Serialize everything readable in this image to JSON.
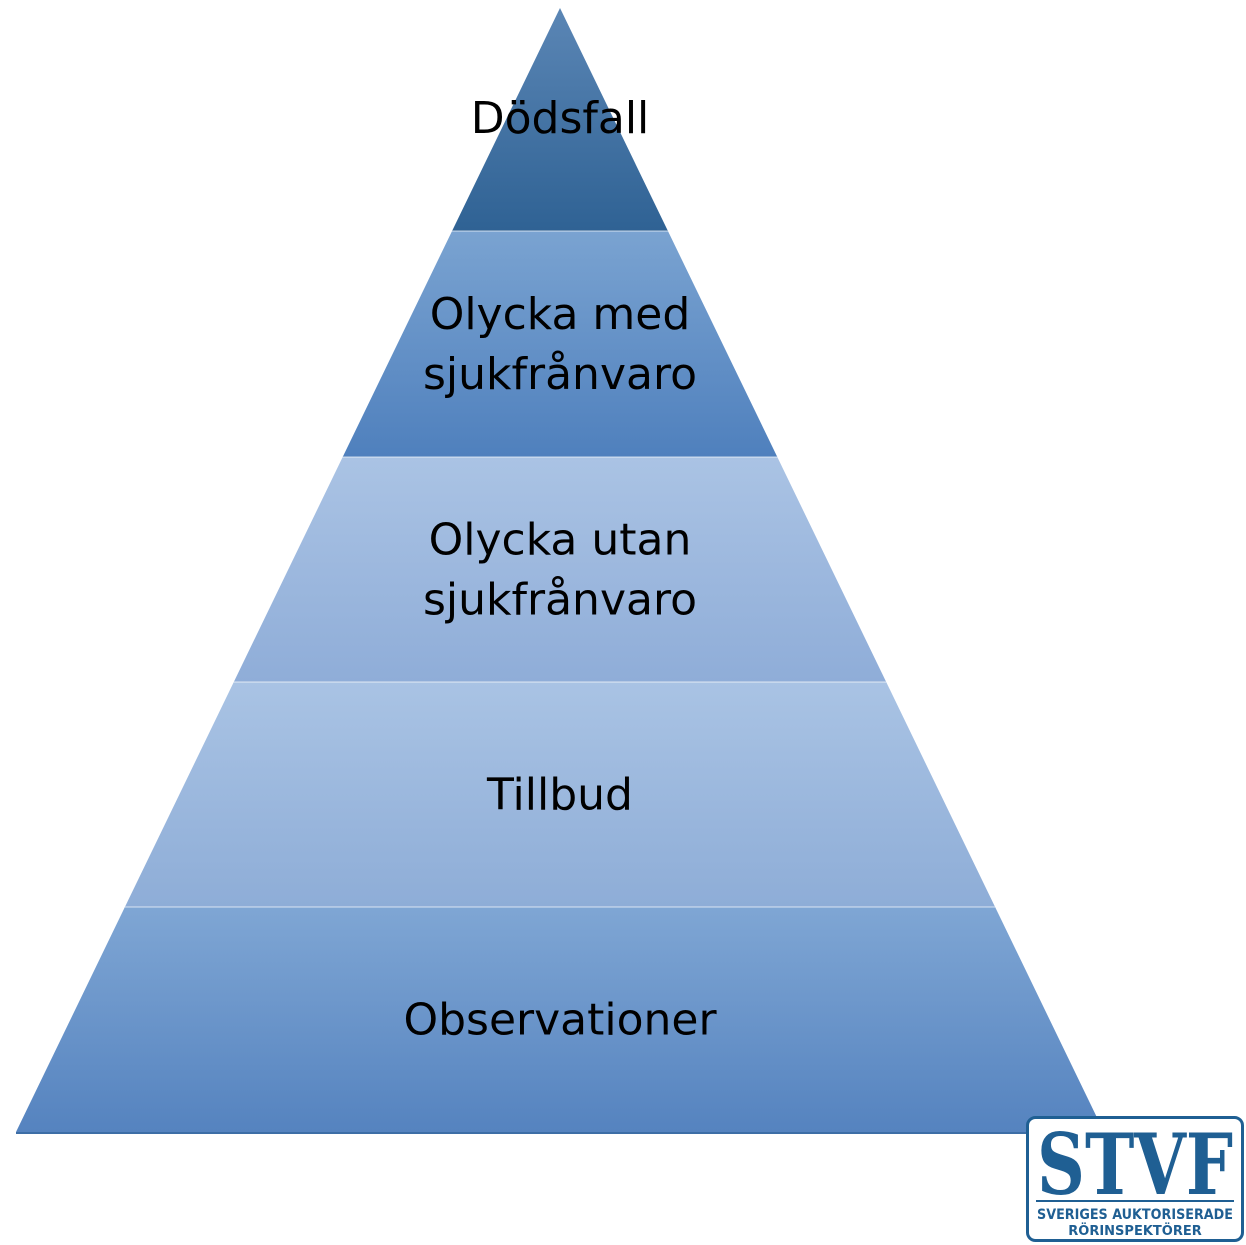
{
  "diagram": {
    "tiers": [
      {
        "label": "Dödsfall",
        "lines": [
          "Dödsfall"
        ],
        "fill_top": "#5b86b5",
        "fill_bottom": "#2f6294"
      },
      {
        "label": "Olycka med sjukfrånvaro",
        "lines": [
          "Olycka med",
          "sjukfrånvaro"
        ],
        "fill_top": "#7aa3d1",
        "fill_bottom": "#4f80bd"
      },
      {
        "label": "Olycka utan sjukfrånvaro",
        "lines": [
          "Olycka utan",
          "sjukfrånvaro"
        ],
        "fill_top": "#aac3e4",
        "fill_bottom": "#8fadd8"
      },
      {
        "label": "Tillbud",
        "lines": [
          "Tillbud"
        ],
        "fill_top": "#a9c3e4",
        "fill_bottom": "#8eadd7"
      },
      {
        "label": "Observationer",
        "lines": [
          "Observationer"
        ],
        "fill_top": "#7fa6d4",
        "fill_bottom": "#5583bf"
      }
    ]
  },
  "logo": {
    "word": "STVF",
    "subtitle_line1": "SVERIGES AUKTORISERADE",
    "subtitle_line2": "RÖRINSPEKTÖRER",
    "color": "#1f5f93"
  }
}
